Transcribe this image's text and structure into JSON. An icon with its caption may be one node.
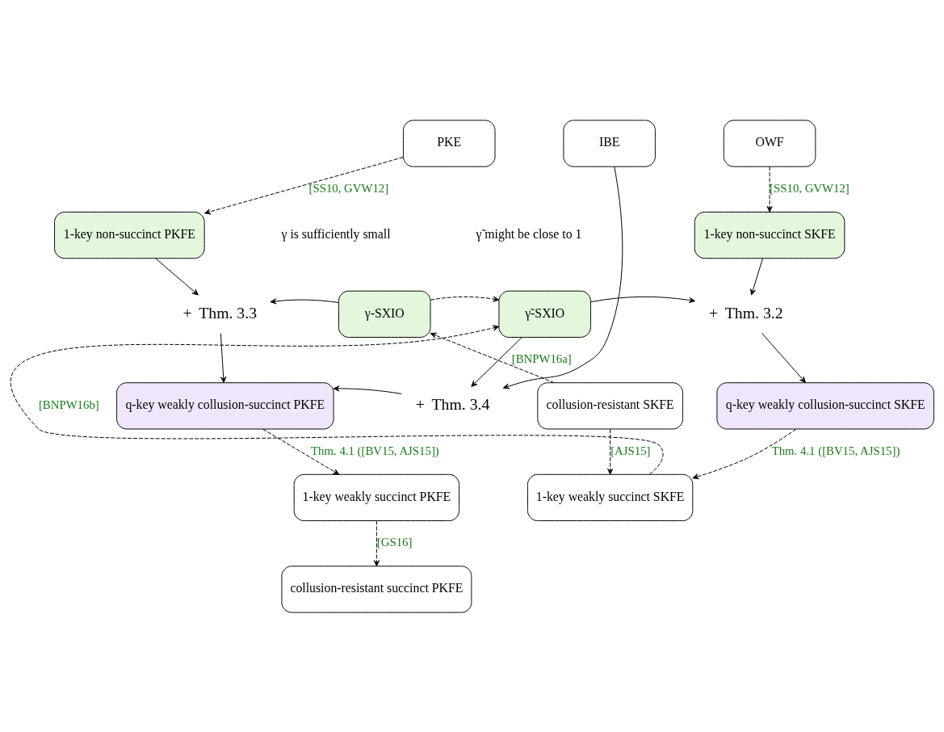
{
  "diagram": {
    "nodes": [
      {
        "text": [
          "PKE"
        ]
      },
      {
        "text": [
          "IBE"
        ]
      },
      {
        "text": [
          "OWF"
        ]
      },
      {
        "text": [
          "1-key non-succinct PKFE"
        ]
      },
      {
        "text": [
          "1-key non-succinct SKFE"
        ]
      },
      {
        "text": [
          "+"
        ],
        "beside": [
          "Thm. 3.3"
        ]
      },
      {
        "text": [
          "γ-SXIO"
        ]
      },
      {
        "text": [
          "γ̃-SXIO"
        ]
      },
      {
        "text": [
          "+"
        ],
        "beside": [
          "Thm. 3.2"
        ]
      },
      {
        "text": [
          "+"
        ],
        "beside": [
          "Thm. 3.4"
        ]
      },
      {
        "text": [
          "q-key weakly collusion-succinct PKFE"
        ]
      },
      {
        "text": [
          "q-key weakly collusion-succinct SKFE"
        ]
      },
      {
        "text": [
          "1-key weakly succinct PKFE"
        ]
      },
      {
        "text": [
          "1-key weakly succinct SKFE"
        ]
      },
      {
        "text": [
          "collusion-resistant SKFE"
        ]
      },
      {
        "text": [
          "collusion-resistant succinct PKFE"
        ]
      }
    ],
    "edges": [
      {
        "from": 0,
        "to": 3,
        "arrow": "to",
        "style": "dashed",
        "label": "[SS10, GVW12]"
      },
      {
        "from": 2,
        "to": 4,
        "arrow": "to",
        "style": "dashed",
        "label": "[SS10, GVW12]"
      },
      {
        "from": 3,
        "to": 5,
        "arrow": "to"
      },
      {
        "from": 6,
        "to": 5,
        "arrow": "to"
      },
      {
        "from": 5,
        "to": 10,
        "arrow": "to"
      },
      {
        "from": 4,
        "to": 8,
        "arrow": "to"
      },
      {
        "from": 7,
        "to": 8,
        "arrow": "to"
      },
      {
        "from": 8,
        "to": 11,
        "arrow": "to"
      },
      {
        "from": 1,
        "to": 9,
        "arrow": "to"
      },
      {
        "from": 7,
        "to": 9,
        "arrow": "to"
      },
      {
        "from": 9,
        "to": 10,
        "arrow": "to"
      },
      {
        "from": 6,
        "to": 7,
        "arrow": "to",
        "style": "dashed"
      },
      {
        "from": 10,
        "to": 12,
        "arrow": "to",
        "style": "dashed",
        "label": "Thm. 4.1 ([BV15, AJS15])"
      },
      {
        "from": 11,
        "to": 13,
        "arrow": "to",
        "style": "dashed",
        "label": "Thm. 4.1 ([BV15, AJS15])"
      },
      {
        "from": 12,
        "to": 15,
        "arrow": "to",
        "style": "dashed",
        "label": "[GS16]"
      },
      {
        "from": 14,
        "to": 6,
        "arrow": "to",
        "style": "dashed",
        "label": "[BNPW16a]"
      },
      {
        "from": 13,
        "to": 7,
        "arrow": "to",
        "style": "dashed",
        "label": "[BNPW16b]"
      },
      {
        "from": 14,
        "to": 13,
        "arrow": "to",
        "style": "dashed",
        "label": "[AJS15]"
      }
    ],
    "labels": [
      "γ is sufficiently small",
      "γ̃ might be close to 1"
    ]
  }
}
